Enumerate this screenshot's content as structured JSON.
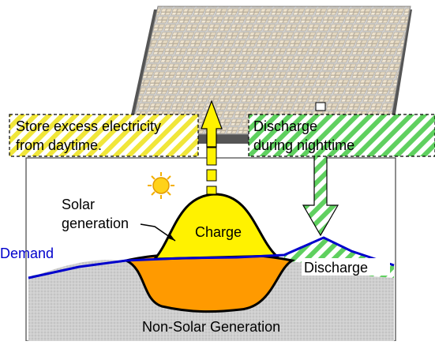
{
  "diagram": {
    "labels": {
      "store": [
        "Store excess electricity",
        "from daytime."
      ],
      "discharge_banner": [
        "Discharge",
        "during nighttime"
      ],
      "solar": [
        "Solar",
        "generation"
      ],
      "charge": "Charge",
      "demand": "Demand",
      "discharge": "Discharge",
      "non_solar": "Non-Solar Generation"
    },
    "colors": {
      "solar_yellow": "#fff200",
      "storage_orange": "#ff9a00",
      "demand_blue": "#0000cc",
      "green_hatch": "#5fd05f",
      "yellow_hatch": "#f2ea3a",
      "gray_ground": "#c8c8c8"
    },
    "icons": [
      "sun-icon",
      "battery-city-block",
      "up-arrow",
      "down-arrow"
    ]
  }
}
